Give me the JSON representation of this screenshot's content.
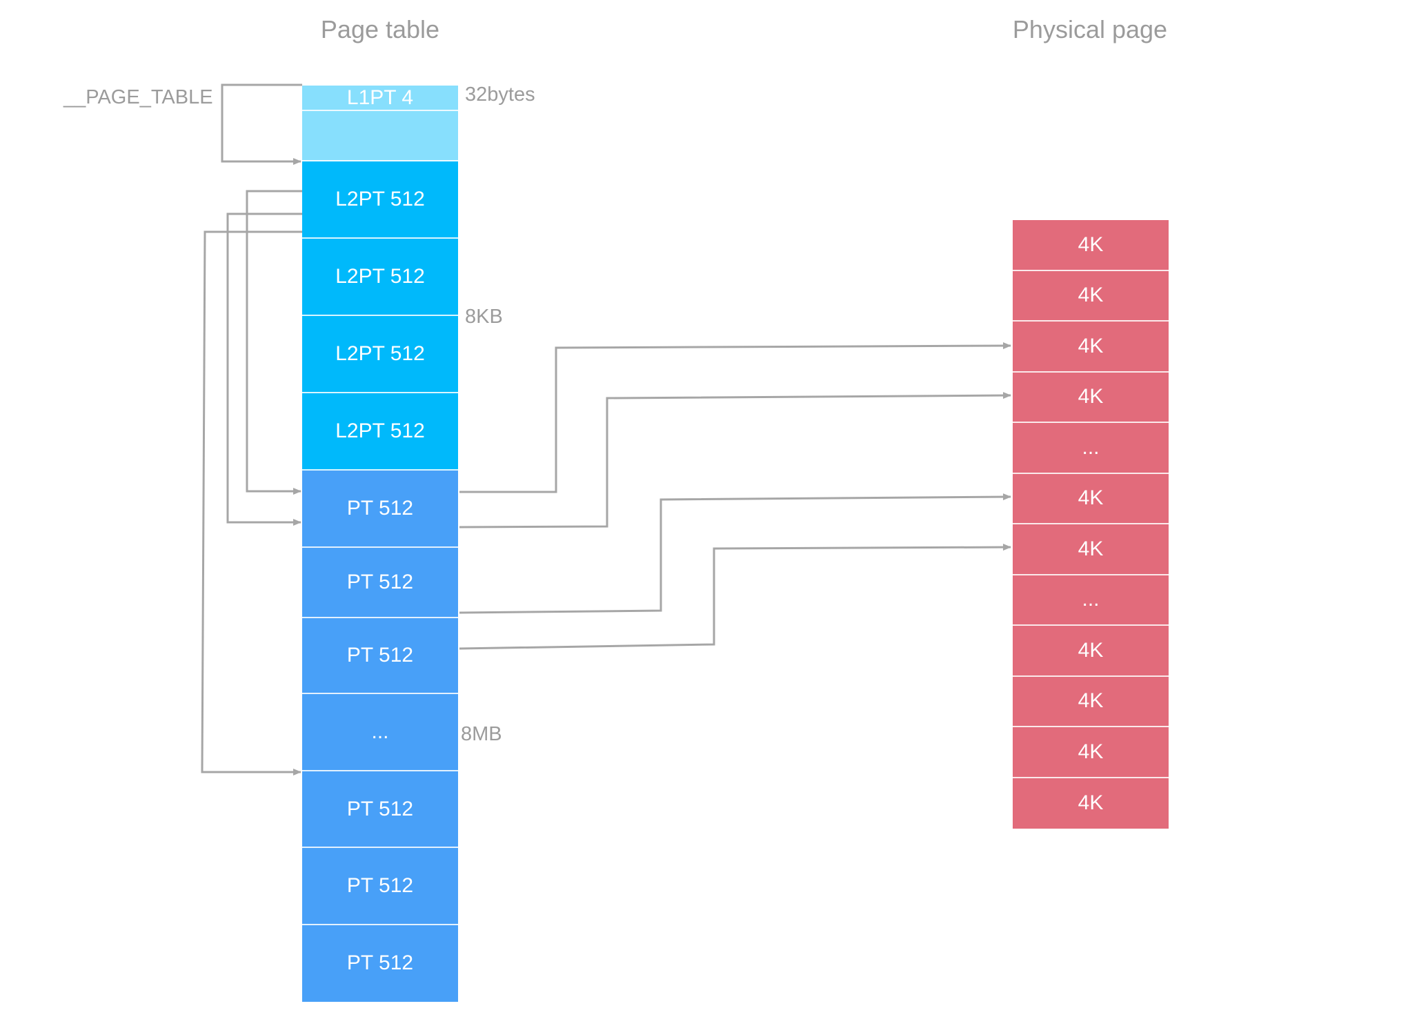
{
  "headings": {
    "page_table": "Page table",
    "physical_page": "Physical page"
  },
  "labels": {
    "page_table_symbol": "__PAGE_TABLE",
    "size_l1": "32bytes",
    "size_l2": "8KB",
    "size_pt": "8MB"
  },
  "page_table": [
    {
      "label": "L1PT 4",
      "kind": "l1"
    },
    {
      "label": "",
      "kind": "l1"
    },
    {
      "label": "L2PT 512",
      "kind": "l2"
    },
    {
      "label": "L2PT 512",
      "kind": "l2"
    },
    {
      "label": "L2PT 512",
      "kind": "l2"
    },
    {
      "label": "L2PT 512",
      "kind": "l2"
    },
    {
      "label": "PT  512",
      "kind": "pt"
    },
    {
      "label": "PT  512",
      "kind": "pt"
    },
    {
      "label": "PT  512",
      "kind": "pt"
    },
    {
      "label": "...",
      "kind": "pt"
    },
    {
      "label": "PT  512",
      "kind": "pt"
    },
    {
      "label": "PT  512",
      "kind": "pt"
    },
    {
      "label": "PT  512",
      "kind": "pt"
    }
  ],
  "physical_pages": [
    "4K",
    "4K",
    "4K",
    "4K",
    "...",
    "4K",
    "4K",
    "...",
    "4K",
    "4K",
    "4K",
    "4K"
  ],
  "colors": {
    "l1": "#87dffd",
    "l2": "#00b9fb",
    "pt": "#48a0f8",
    "physical": "#e26b7b",
    "arrow": "#a6a6a6",
    "label": "#9b9b9b"
  }
}
